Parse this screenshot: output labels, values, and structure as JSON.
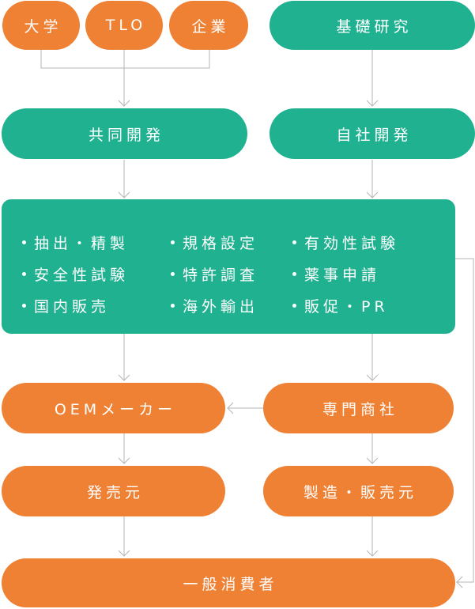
{
  "top_row": {
    "daigaku": "大学",
    "tlo": "TLO",
    "kigyou": "企業",
    "kiso_kenkyu": "基礎研究"
  },
  "second_row": {
    "kyoudou_kaihatsu": "共同開発",
    "jisha_kaihatsu": "自社開発"
  },
  "services": {
    "col1": [
      "抽出・精製",
      "安全性試験",
      "国内販売"
    ],
    "col2": [
      "規格設定",
      "特許調査",
      "海外輸出"
    ],
    "col3": [
      "有効性試験",
      "薬事申請",
      "販促・PR"
    ]
  },
  "flow": {
    "oem_maker": "OEMメーカー",
    "senmon_shousha": "専門商社",
    "hatsubaimoto": "発売元",
    "seizou_hanbaimoto": "製造・販売元",
    "ippan_shouhisha": "一般消費者"
  },
  "colors": {
    "orange": "#ef8134",
    "green": "#20b290",
    "line": "#b5b5b5"
  }
}
